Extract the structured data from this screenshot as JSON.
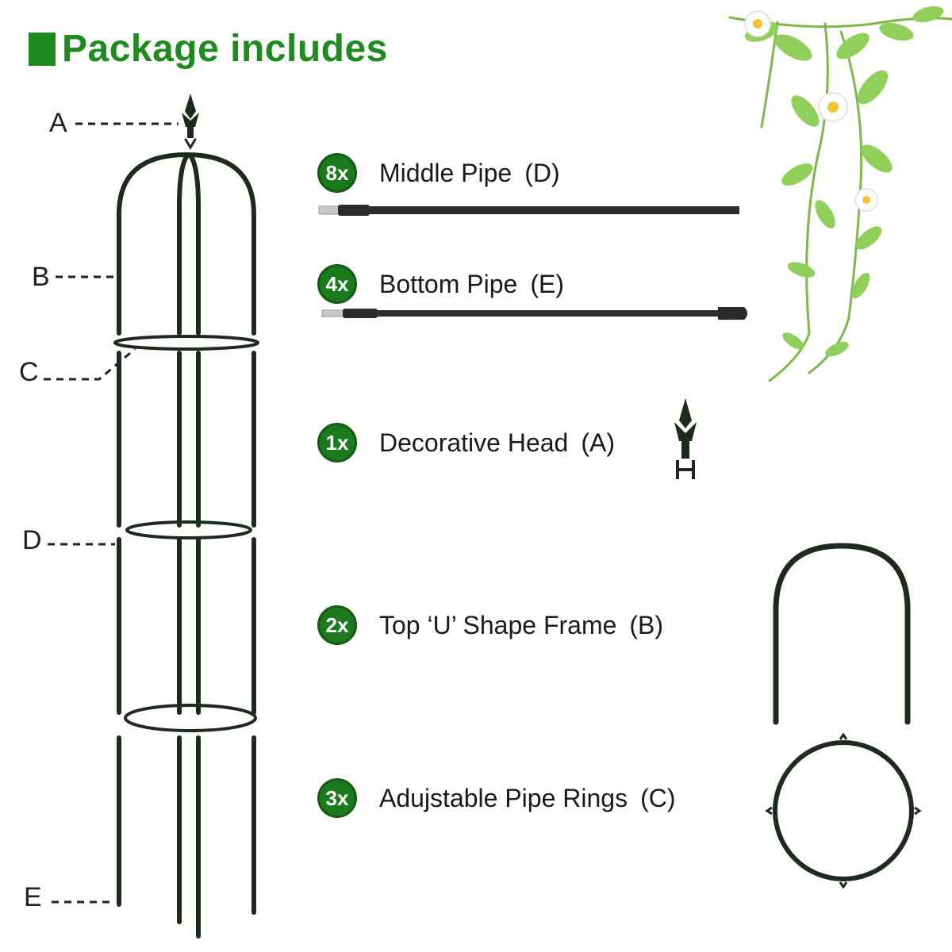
{
  "header": {
    "title": "Package includes",
    "accent_color": "#1f8a1f"
  },
  "diagram": {
    "callouts": [
      "A",
      "B",
      "C",
      "D",
      "E"
    ],
    "frame_color": "#1e2a1e"
  },
  "items": [
    {
      "qty": "8x",
      "name": "Middle Pipe",
      "code": "(D)",
      "icon": "pipe-icon"
    },
    {
      "qty": "4x",
      "name": "Bottom Pipe",
      "code": "(E)",
      "icon": "bottom-pipe-icon"
    },
    {
      "qty": "1x",
      "name": "Decorative Head",
      "code": "(A)",
      "icon": "finial-icon"
    },
    {
      "qty": "2x",
      "name": "Top ‘U’ Shape Frame",
      "code": "(B)",
      "icon": "u-frame-icon"
    },
    {
      "qty": "3x",
      "name": "Adujstable Pipe Rings",
      "code": "(C)",
      "icon": "ring-icon"
    }
  ],
  "decoration": {
    "vine": "flower-vine-illustration",
    "badge_color": "#1b7a1b"
  }
}
